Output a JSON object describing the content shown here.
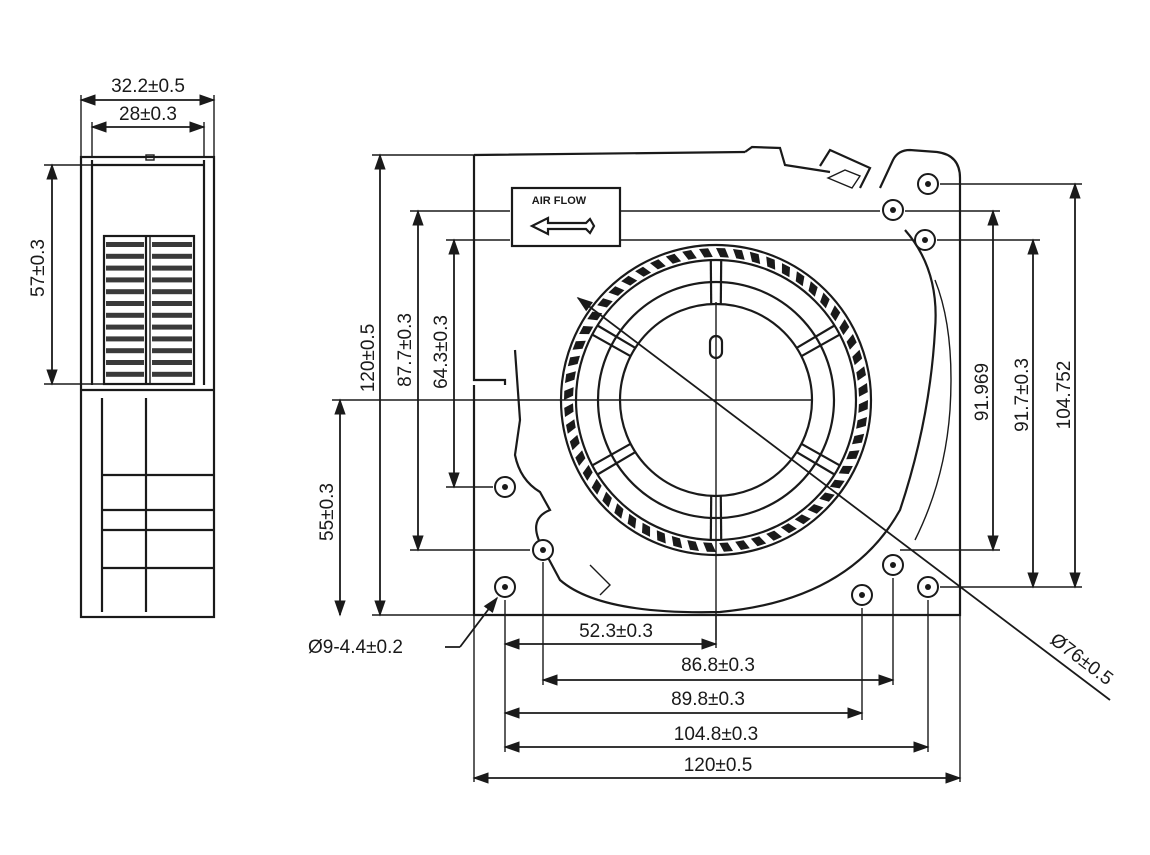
{
  "title": "120mm blower fan dimension drawing",
  "side_view": {
    "overall_width": "32.2±0.5",
    "inner_width": "28±0.3",
    "outlet_height": "57±0.3"
  },
  "front_view": {
    "airflow_label": "AIR FLOW",
    "height_overall": "120±0.5",
    "height_87_7": "87.7±0.3",
    "height_64_3": "64.3±0.3",
    "height_55": "55±0.3",
    "right_91_969": "91.969",
    "right_91_7": "91.7±0.3",
    "right_104_752": "104.752",
    "hole_spec": "Ø9-4.4±0.2",
    "diameter": "Ø76±0.5",
    "width_52_3": "52.3±0.3",
    "width_86_8": "86.8±0.3",
    "width_89_8": "89.8±0.3",
    "width_104_8": "104.8±0.3",
    "width_overall": "120±0.5"
  },
  "colors": {
    "line": "#1a1a1a",
    "background": "#ffffff"
  }
}
